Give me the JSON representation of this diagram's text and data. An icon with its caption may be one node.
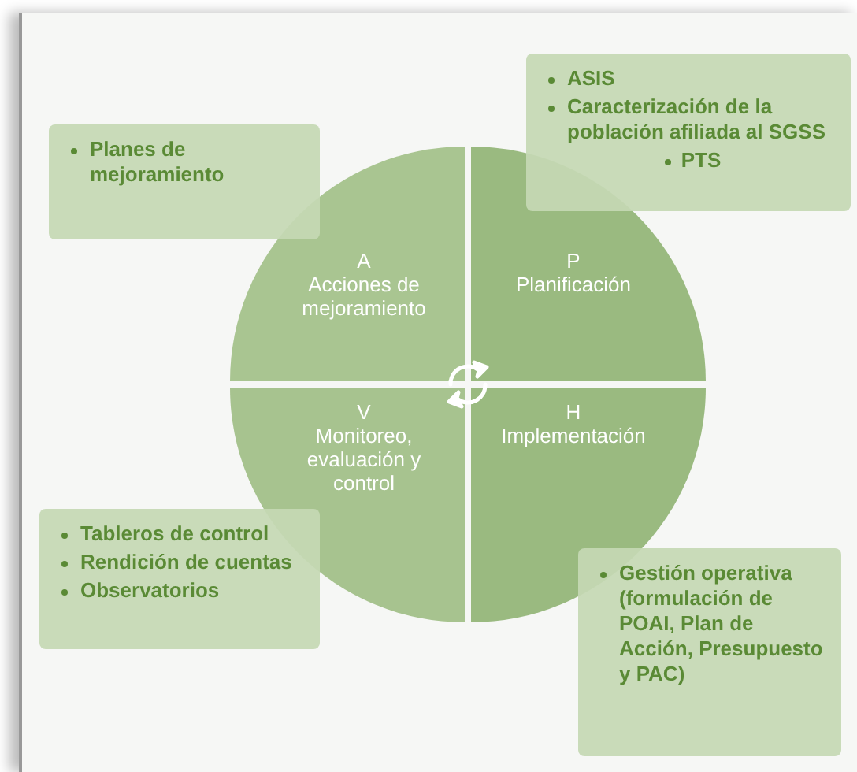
{
  "diagram": {
    "nodes": [
      {
        "text": [
          "Planes de mejoramiento"
        ]
      },
      {
        "text": [
          "ASIS",
          "Caracterización de la población afiliada al SGSS",
          "PTS"
        ]
      },
      {
        "text": [
          "A",
          "Acciones de mejoramiento"
        ]
      },
      {
        "text": [
          "P",
          "Planificación"
        ]
      },
      {
        "text": [
          "V",
          "Monitoreo, evaluación y control"
        ]
      },
      {
        "text": [
          "H",
          "Implementación"
        ]
      },
      {
        "text": [
          "Tableros de control",
          "Rendición de cuentas",
          "Observatorios"
        ]
      },
      {
        "text": [
          "Gestión operativa (formulación de POAI, Plan de Acción, Presupuesto y PAC)"
        ]
      }
    ]
  }
}
